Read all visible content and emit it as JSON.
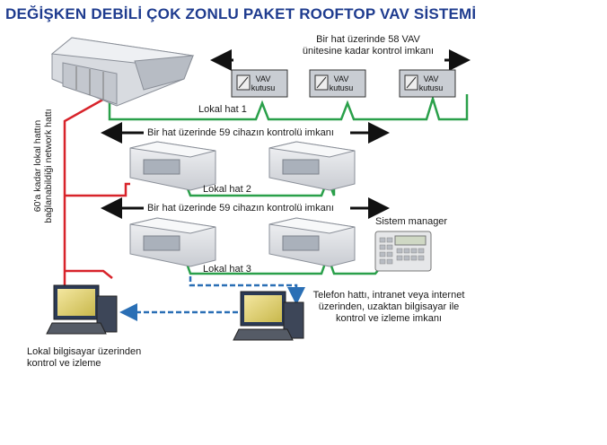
{
  "title": "DEĞİŞKEN DEBİLİ ÇOK ZONLU PAKET ROOFTOP VAV SİSTEMİ",
  "vav_capacity_text": [
    "Bir hat üzerinde 58 VAV",
    "ünitesine kadar kontrol imkanı"
  ],
  "vav_box_label": [
    "VAV",
    "kutusu"
  ],
  "line1_label": "Lokal hat 1",
  "line2_label": "Lokal hat 2",
  "line3_label": "Lokal hat 3",
  "devices59_text_1": "Bir hat üzerinde 59 cihazın kontrolü imkanı",
  "devices59_text_2": "Bir hat üzerinde 59 cihazın kontrolü imkanı",
  "vertical_text": [
    "60'a kadar lokal hattın",
    "bağlanabildiği network hattı"
  ],
  "system_manager_label": "Sistem manager",
  "remote_text": [
    "Telefon hattı, intranet veya internet",
    "üzerinden, uzaktan bilgisayar ile",
    "kontrol ve izleme imkanı"
  ],
  "local_pc_text": [
    "Lokal bilgisayar üzerinden",
    "kontrol ve izleme"
  ],
  "colors": {
    "network_line": "#d8232a",
    "local_line": "#2aa04a",
    "remote_line": "#2a6fb5",
    "title": "#1f3c8f"
  }
}
